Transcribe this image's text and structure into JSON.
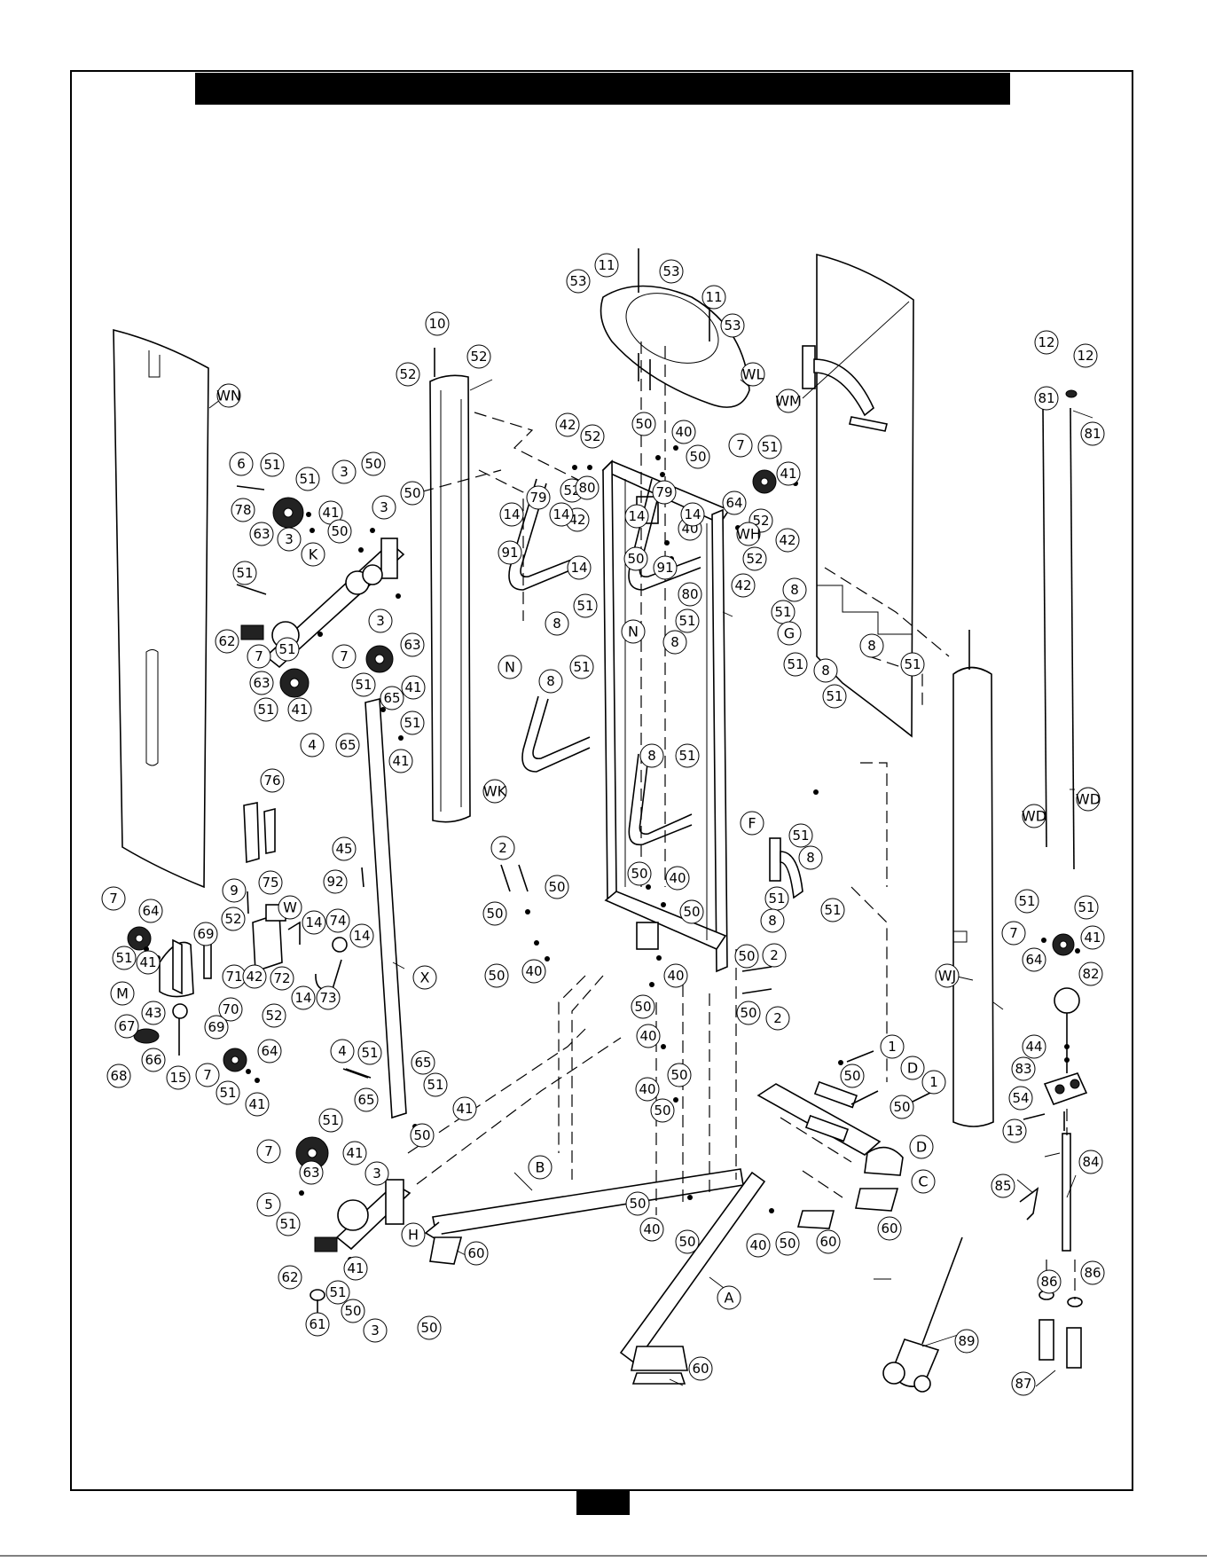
{
  "header_bar": "",
  "page_number": "",
  "part_labels": [
    "1",
    "2",
    "3",
    "4",
    "5",
    "6",
    "7",
    "8",
    "9",
    "10",
    "11",
    "12",
    "13",
    "14",
    "15",
    "40",
    "41",
    "42",
    "43",
    "44",
    "45",
    "50",
    "51",
    "52",
    "53",
    "54",
    "60",
    "61",
    "62",
    "63",
    "64",
    "65",
    "66",
    "67",
    "68",
    "69",
    "70",
    "71",
    "72",
    "73",
    "74",
    "75",
    "76",
    "78",
    "79",
    "80",
    "81",
    "82",
    "83",
    "84",
    "85",
    "86",
    "87",
    "89",
    "91",
    "92"
  ],
  "assembly_labels": [
    "A",
    "B",
    "C",
    "D",
    "F",
    "G",
    "H",
    "K",
    "M",
    "N",
    "W",
    "X",
    "WD",
    "WH",
    "WJ",
    "WK",
    "WL",
    "WM",
    "WN"
  ]
}
